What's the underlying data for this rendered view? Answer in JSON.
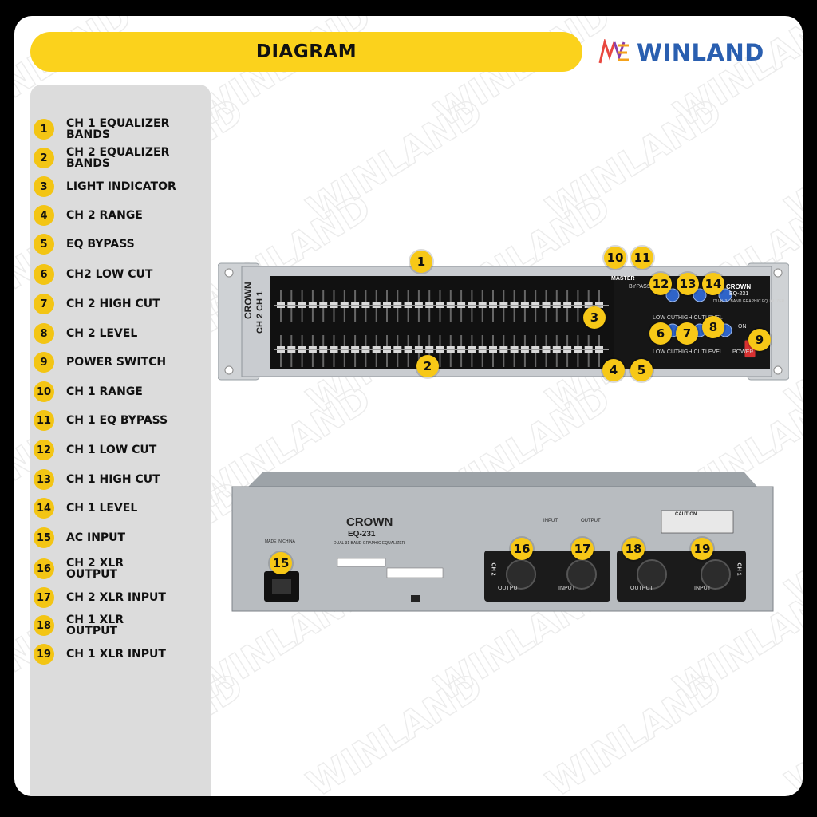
{
  "header": {
    "title": "DIAGRAM"
  },
  "brand": {
    "name": "WINLAND",
    "watermark": "WINLAND"
  },
  "colors": {
    "accent_yellow": "#fbd21c",
    "brand_blue": "#2a5fb0",
    "sidebar_gray": "#dcdcdc"
  },
  "legend": [
    {
      "num": "1",
      "label": "CH 1 EQUALIZER BANDS"
    },
    {
      "num": "2",
      "label": "CH 2 EQUALIZER BANDS"
    },
    {
      "num": "3",
      "label": "LIGHT INDICATOR"
    },
    {
      "num": "4",
      "label": "CH 2 RANGE"
    },
    {
      "num": "5",
      "label": "EQ BYPASS"
    },
    {
      "num": "6",
      "label": "CH2 LOW CUT"
    },
    {
      "num": "7",
      "label": "CH 2 HIGH CUT"
    },
    {
      "num": "8",
      "label": "CH 2 LEVEL"
    },
    {
      "num": "9",
      "label": "POWER SWITCH"
    },
    {
      "num": "10",
      "label": "CH 1 RANGE"
    },
    {
      "num": "11",
      "label": "CH 1 EQ BYPASS"
    },
    {
      "num": "12",
      "label": "CH 1 LOW CUT"
    },
    {
      "num": "13",
      "label": "CH 1 HIGH CUT"
    },
    {
      "num": "14",
      "label": "CH 1 LEVEL"
    },
    {
      "num": "15",
      "label": "AC INPUT"
    },
    {
      "num": "16",
      "label": "CH 2 XLR OUTPUT"
    },
    {
      "num": "17",
      "label": "CH 2 XLR INPUT"
    },
    {
      "num": "18",
      "label": "CH 1 XLR OUTPUT"
    },
    {
      "num": "19",
      "label": "CH 1 XLR INPUT"
    }
  ],
  "front_panel": {
    "brand": "CROWN",
    "model": "EQ-231",
    "subtitle": "DUAL 31 BAND GRAPHIC EQUALIZER",
    "ch_label": "CH 2  CH 1",
    "master": "MASTER",
    "bypass": "BYPASS",
    "low_cut": "LOW CUT",
    "high_cut": "HIGH CUT",
    "level": "LEVEL",
    "power": "POWER",
    "on": "ON"
  },
  "back_panel": {
    "brand": "CROWN",
    "model": "EQ-231",
    "made_in": "MADE IN CHINA",
    "subtitle": "DUAL 31 BAND GRAPHIC EQUALIZER",
    "caution": "CAUTION",
    "input": "INPUT",
    "output": "OUTPUT",
    "ch2": "CH 2",
    "ch1": "CH 1"
  },
  "callouts": {
    "c1": "1",
    "c2": "2",
    "c3": "3",
    "c4": "4",
    "c5": "5",
    "c6": "6",
    "c7": "7",
    "c8": "8",
    "c9": "9",
    "c10": "10",
    "c11": "11",
    "c12": "12",
    "c13": "13",
    "c14": "14",
    "c15": "15",
    "c16": "16",
    "c17": "17",
    "c18": "18",
    "c19": "19"
  }
}
